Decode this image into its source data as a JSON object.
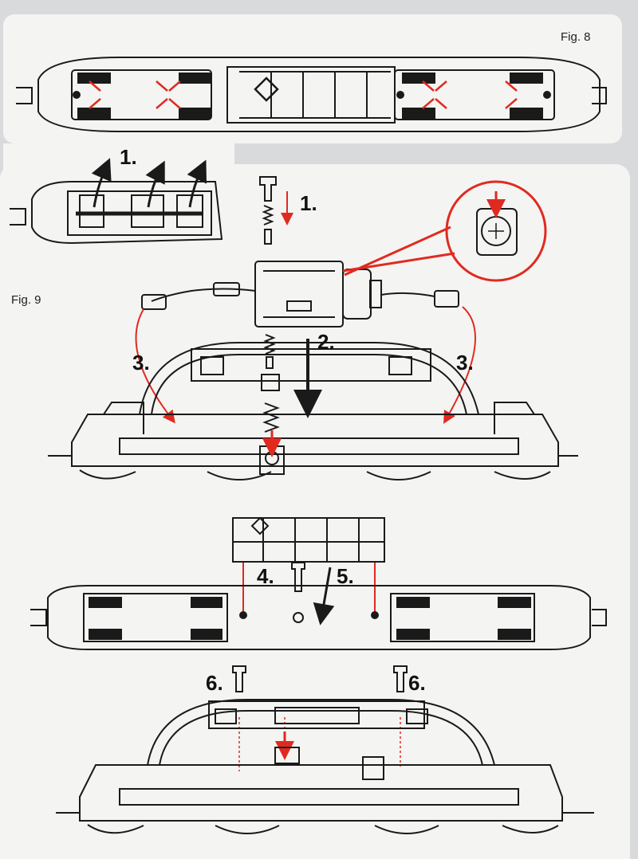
{
  "figures": {
    "fig8_label": "Fig. 8",
    "fig9_label": "Fig. 9"
  },
  "steps": {
    "step1_top": "1.",
    "step1_motor": "1.",
    "step2": "2.",
    "step3_left": "3.",
    "step3_right": "3.",
    "step4": "4.",
    "step5": "5.",
    "step6_left": "6.",
    "step6_right": "6."
  },
  "colors": {
    "accent": "#e02a20",
    "line": "#1a1a1a",
    "paper": "#f4f4f2"
  }
}
